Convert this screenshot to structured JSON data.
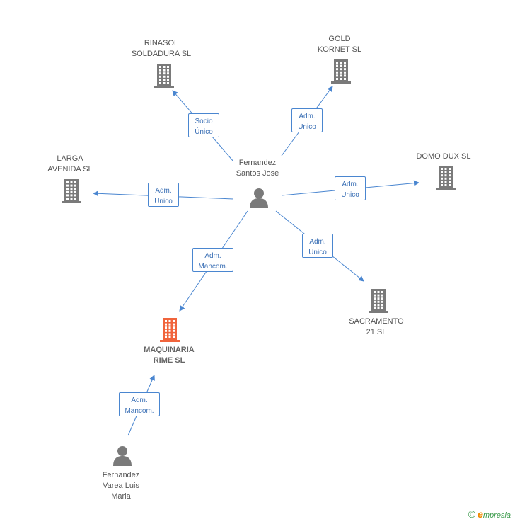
{
  "nodes": {
    "rinasol": {
      "label": "RINASOL\nSOLDADURA SL",
      "type": "company"
    },
    "gold": {
      "label": "GOLD\nKORNET SL",
      "type": "company"
    },
    "larga": {
      "label": "LARGA\nAVENIDA SL",
      "type": "company"
    },
    "domodux": {
      "label": "DOMO DUX  SL",
      "type": "company"
    },
    "sacramento": {
      "label": "SACRAMENTO\n21 SL",
      "type": "company"
    },
    "maquinaria": {
      "label": "MAQUINARIA\nRIME  SL",
      "type": "company-main"
    },
    "fernandez_santos": {
      "label": "Fernandez\nSantos Jose",
      "type": "person"
    },
    "fernandez_varea": {
      "label": "Fernandez\nVarea Luis\nMaria",
      "type": "person"
    }
  },
  "edges": [
    {
      "from": "fernandez_santos",
      "to": "rinasol",
      "label": "Socio\nÚnico"
    },
    {
      "from": "fernandez_santos",
      "to": "gold",
      "label": "Adm.\nUnico"
    },
    {
      "from": "fernandez_santos",
      "to": "larga",
      "label": "Adm.\nUnico"
    },
    {
      "from": "fernandez_santos",
      "to": "domodux",
      "label": "Adm.\nUnico"
    },
    {
      "from": "fernandez_santos",
      "to": "sacramento",
      "label": "Adm.\nUnico"
    },
    {
      "from": "fernandez_santos",
      "to": "maquinaria",
      "label": "Adm.\nMancom."
    },
    {
      "from": "fernandez_varea",
      "to": "maquinaria",
      "label": "Adm.\nMancom."
    }
  ],
  "colors": {
    "edge": "#4a86d0",
    "building": "#7a7a7a",
    "building_main": "#f0643c",
    "person": "#7a7a7a"
  },
  "brand": {
    "copyright": "©",
    "name_initial": "e",
    "name_rest": "mpresia"
  }
}
